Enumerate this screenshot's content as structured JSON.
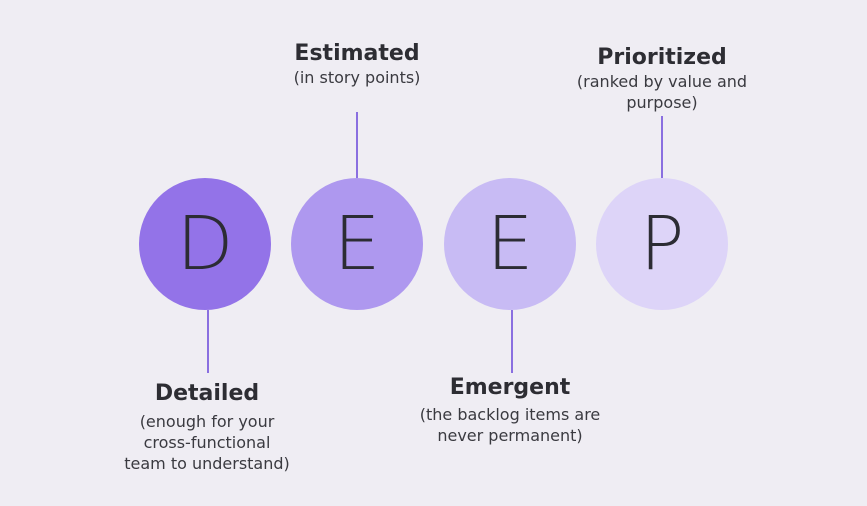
{
  "items": [
    {
      "letter": "D",
      "title": "Detailed",
      "description": "(enough for your\ncross-functional\nteam to understand)",
      "color": "#9373e8"
    },
    {
      "letter": "E",
      "title": "Estimated",
      "description": "(in story points)",
      "color": "#ae98ef"
    },
    {
      "letter": "E",
      "title": "Emergent",
      "description": "(the backlog items are\nnever permanent)",
      "color": "#c8bbf4"
    },
    {
      "letter": "P",
      "title": "Prioritized",
      "description": "(ranked by value and purpose)",
      "color": "#ddd4f8"
    }
  ],
  "colors": {
    "background": "#efedf3",
    "connector": "#8a6fe0",
    "text": "#2d2d33"
  }
}
